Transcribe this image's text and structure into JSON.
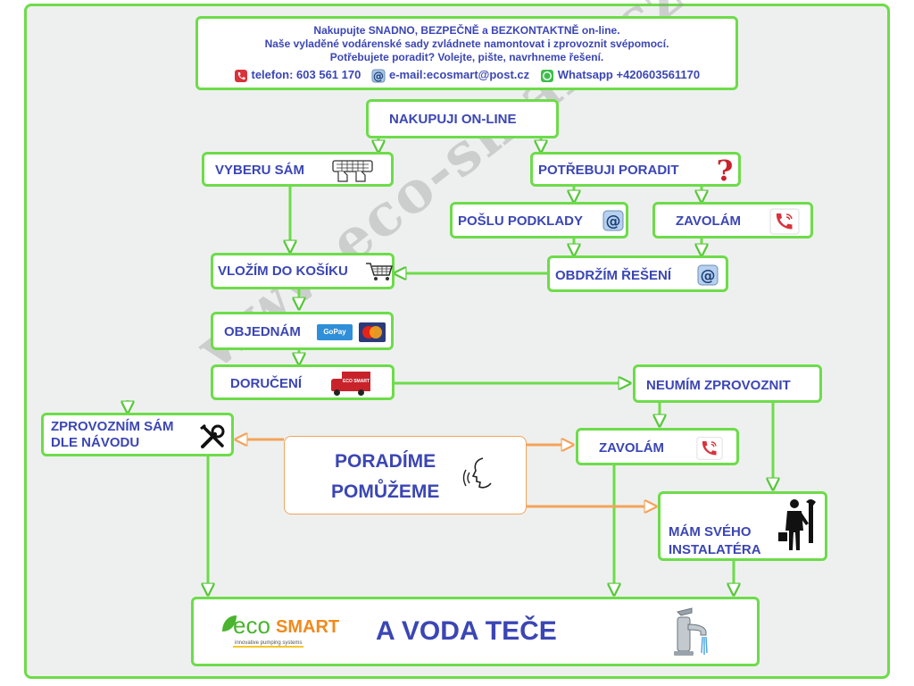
{
  "header": {
    "lines": [
      "Nakupujte SNADNO, BEZPEČNĚ a BEZKONTAKTNĚ on-line.",
      "Naše vyladěné vodárenské sady zvládnete namontovat i zprovoznit svépomocí.",
      "Potřebujete poradit? Volejte, pište, navrhneme řešení."
    ],
    "phone": "telefon: 603 561 170",
    "email": "e-mail:ecosmart@post.cz",
    "whatsapp": "Whatsapp +420603561170"
  },
  "nodes": {
    "nakupuji": "NAKUPUJI  ON-LINE",
    "vyberu": "VYBERU SÁM",
    "potrebuji": "POTŘEBUJI  PORADIT",
    "poslu": "POŠLU PODKLADY",
    "zavolam1": "ZAVOLÁM",
    "obdrzim": "OBDRŽÍM ŘEŠENÍ",
    "vlozim": "VLOŽÍM DO KOŠÍKU",
    "objednam": "OBJEDNÁM",
    "doruceni": "DORUČENÍ",
    "neumim": "NEUMÍM ZPROVOZNIT",
    "zprovoznim_1": "ZPROVOZNÍM SÁM",
    "zprovoznim_2": "DLE NÁVODU",
    "zavolam2": "ZAVOLÁM",
    "instalater_1": "MÁM SVÉHO",
    "instalater_2": "INSTALATÉRA",
    "poradime": "PORADÍME",
    "pomuzeme": "POMŮŽEME",
    "final": "A  VODA  TEČE"
  },
  "badges": {
    "gopay": "GoPay",
    "truck": "ECO SMART"
  },
  "logo": {
    "eco": "eco",
    "smart": "SMART",
    "tagline": "innovative   pumping   systems"
  },
  "watermark": "www.eco-smart.cz",
  "colors": {
    "frame_border": "#6ddc4a",
    "text": "#3b46b4",
    "advice_border": "#f4a35a",
    "background": "#eef0ef"
  }
}
